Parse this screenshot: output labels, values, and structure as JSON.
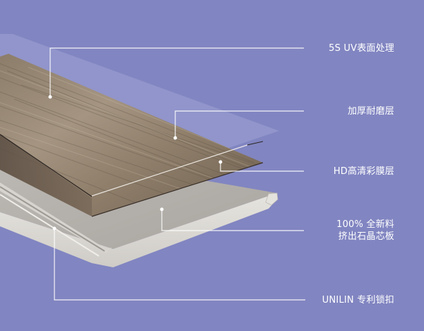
{
  "diagram": {
    "subject": "Layered flooring plank cross-section",
    "background_color": "#8185c1",
    "line_color": "#ffffff",
    "layers": [
      {
        "id": "uv-coating",
        "label": "5S UV表面处理",
        "lines": [
          "5S UV表面处理"
        ]
      },
      {
        "id": "wear-layer",
        "label": "加厚耐磨层",
        "lines": [
          "加厚耐磨层"
        ]
      },
      {
        "id": "decor-film",
        "label": "HD高清彩膜层",
        "lines": [
          "HD高清彩膜层"
        ]
      },
      {
        "id": "spc-core",
        "label": "100% 全新料 挤出石晶芯板",
        "lines": [
          "100% 全新料",
          "挤出石晶芯板"
        ]
      },
      {
        "id": "click-lock",
        "label": "UNILIN 专利锁扣",
        "lines": [
          "UNILIN 专利锁扣"
        ]
      }
    ]
  }
}
